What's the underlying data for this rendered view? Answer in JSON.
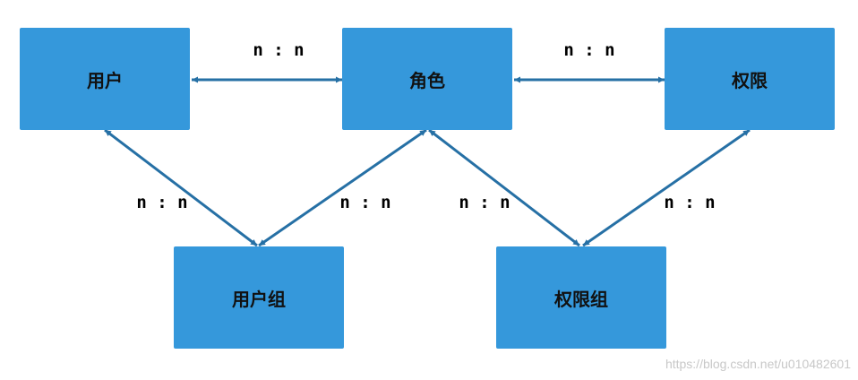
{
  "nodes": {
    "user": "用户",
    "role": "角色",
    "permission": "权限",
    "user_group": "用户组",
    "permission_group": "权限组"
  },
  "edges": {
    "user_role": "n : n",
    "role_permission": "n : n",
    "user_user_group": "n : n",
    "role_user_group": "n : n",
    "role_permission_group": "n : n",
    "permission_permission_group": "n : n"
  },
  "colors": {
    "node_fill": "#3598db",
    "edge_stroke": "#2670a5"
  },
  "watermark": "https://blog.csdn.net/u010482601"
}
